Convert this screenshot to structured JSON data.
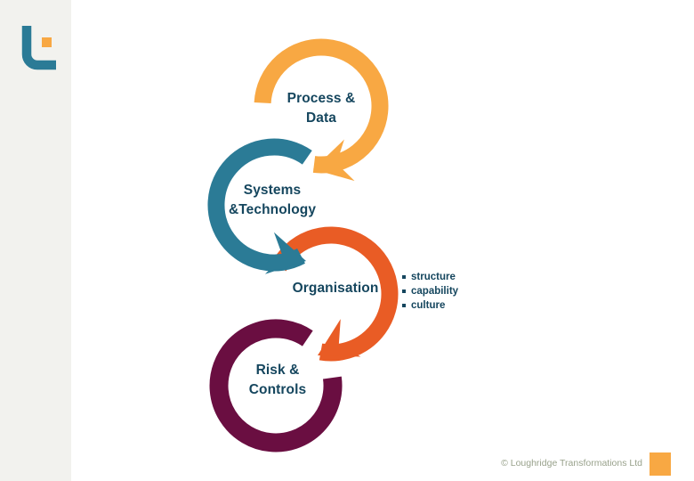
{
  "colors": {
    "slide_bg": "#FFFFFF",
    "sidebar_bg": "#F2F2EE",
    "orange": "#F8A843",
    "teal": "#2B7B96",
    "red_orange": "#E95C25",
    "maroon": "#6A0E41",
    "text": "#15465E",
    "footer_text": "#99A28C"
  },
  "logo": {
    "name": "loughridge-transformations-logo"
  },
  "diagram": {
    "steps": [
      {
        "name": "process-data",
        "lines": [
          "Process &",
          "Data"
        ]
      },
      {
        "name": "systems-technology",
        "lines": [
          "Systems",
          "&Technology"
        ]
      },
      {
        "name": "organisation",
        "lines": [
          "Organisation"
        ],
        "bullets": [
          "structure",
          "capability",
          "culture"
        ]
      },
      {
        "name": "risk-controls",
        "lines": [
          "Risk &",
          "Controls"
        ]
      }
    ]
  },
  "footer": {
    "copyright": "© Loughridge Transformations Ltd"
  }
}
